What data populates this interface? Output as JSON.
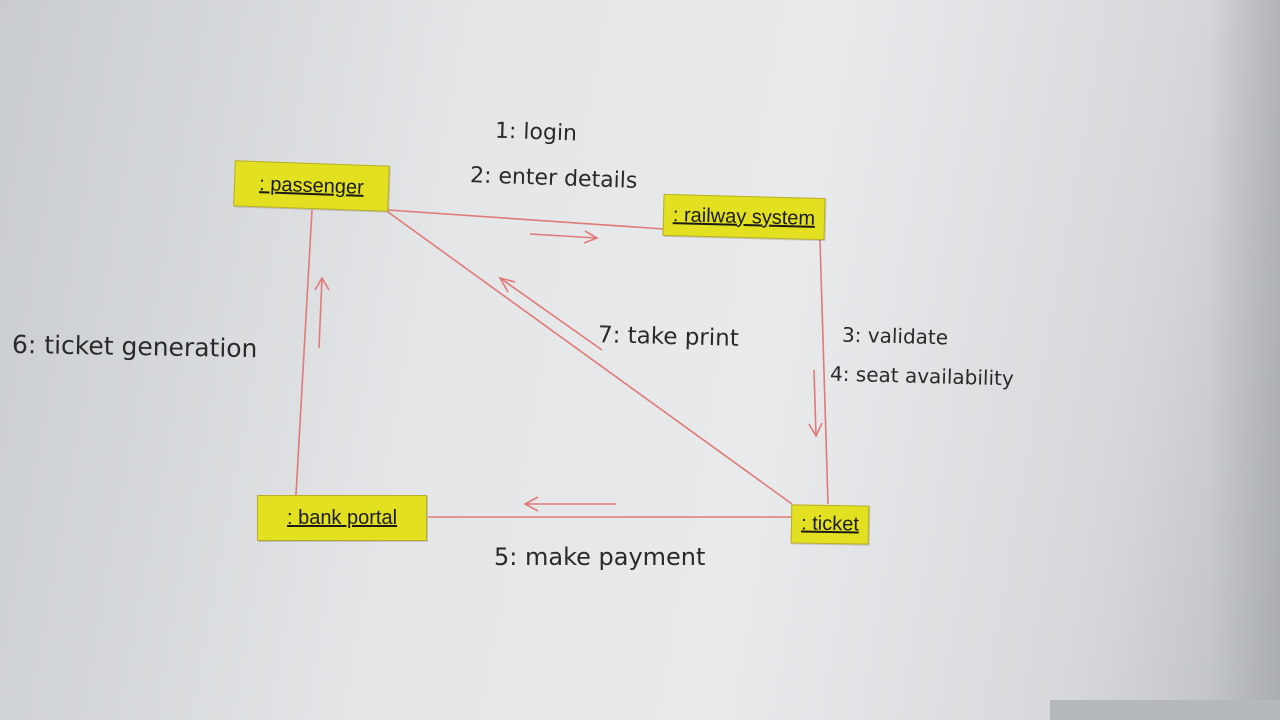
{
  "diagram": {
    "objects": {
      "passenger": ": passenger",
      "railway_system": ": railway system",
      "ticket": ": ticket",
      "bank_portal": ": bank portal"
    },
    "messages": {
      "m1": "1: login",
      "m2": "2: enter details",
      "m3": "3: validate",
      "m4": "4: seat availability",
      "m5": "5: make payment",
      "m6": "6: ticket generation",
      "m7": "7: take print"
    },
    "colors": {
      "object_fill": "#e2e021",
      "link_line": "#e07a78",
      "text": "#2a2a2a"
    }
  }
}
